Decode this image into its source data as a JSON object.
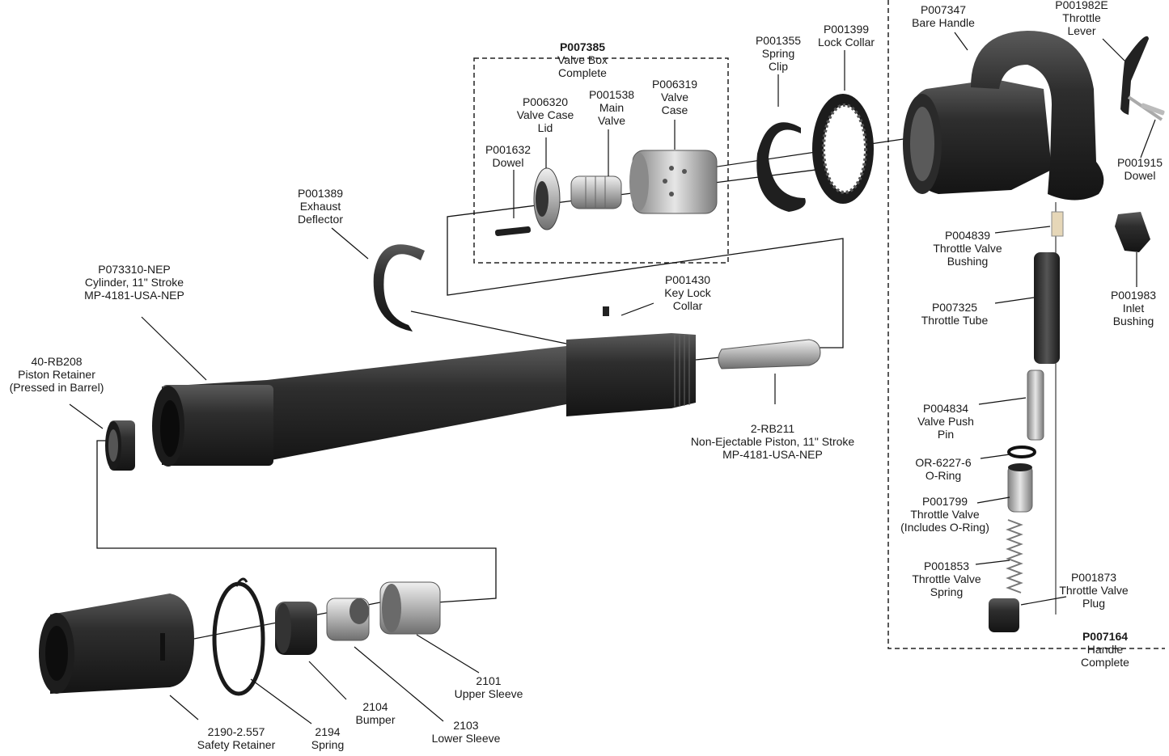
{
  "parts": {
    "valve_box": {
      "number": "P007385",
      "line1": "Valve Box",
      "line2": "Complete"
    },
    "valve_case_lid": {
      "number": "P006320",
      "line1": "Valve Case",
      "line2": "Lid"
    },
    "main_valve": {
      "number": "P001538",
      "line1": "Main",
      "line2": "Valve"
    },
    "valve_case": {
      "number": "P006319",
      "line1": "Valve",
      "line2": "Case"
    },
    "dowel_small": {
      "number": "P001632",
      "line1": "Dowel"
    },
    "spring_clip": {
      "number": "P001355",
      "line1": "Spring",
      "line2": "Clip"
    },
    "lock_collar": {
      "number": "P001399",
      "line1": "Lock Collar"
    },
    "bare_handle": {
      "number": "P007347",
      "line1": "Bare Handle"
    },
    "throttle_lever": {
      "number": "P001982E",
      "line1": "Throttle",
      "line2": "Lever"
    },
    "dowel_handle": {
      "number": "P001915",
      "line1": "Dowel"
    },
    "exhaust_deflector": {
      "number": "P001389",
      "line1": "Exhaust",
      "line2": "Deflector"
    },
    "cylinder": {
      "number": "P073310-NEP",
      "line1": "Cylinder, 11\" Stroke",
      "line2": "MP-4181-USA-NEP"
    },
    "key_lock_collar": {
      "number": "P001430",
      "line1": "Key Lock",
      "line2": "Collar"
    },
    "throttle_valve_bushing": {
      "number": "P004839",
      "line1": "Throttle Valve",
      "line2": "Bushing"
    },
    "inlet_bushing": {
      "number": "P001983",
      "line1": "Inlet",
      "line2": "Bushing"
    },
    "throttle_tube": {
      "number": "P007325",
      "line1": "Throttle Tube"
    },
    "piston_retainer": {
      "number": "40-RB208",
      "line1": "Piston Retainer",
      "line2": "(Pressed in Barrel)"
    },
    "piston": {
      "number": "2-RB211",
      "line1": "Non-Ejectable Piston, 11\" Stroke",
      "line2": "MP-4181-USA-NEP"
    },
    "valve_push_pin": {
      "number": "P004834",
      "line1": "Valve Push",
      "line2": "Pin"
    },
    "o_ring": {
      "number": "OR-6227-6",
      "line1": "O-Ring"
    },
    "throttle_valve": {
      "number": "P001799",
      "line1": "Throttle Valve",
      "line2": "(Includes O-Ring)"
    },
    "throttle_valve_spring": {
      "number": "P001853",
      "line1": "Throttle Valve",
      "line2": "Spring"
    },
    "throttle_valve_plug": {
      "number": "P001873",
      "line1": "Throttle Valve",
      "line2": "Plug"
    },
    "handle_complete": {
      "number": "P007164",
      "line1": "Handle",
      "line2": "Complete"
    },
    "upper_sleeve": {
      "number": "2101",
      "line1": "Upper Sleeve"
    },
    "bumper": {
      "number": "2104",
      "line1": "Bumper"
    },
    "lower_sleeve": {
      "number": "2103",
      "line1": "Lower Sleeve"
    },
    "safety_retainer": {
      "number": "2190-2.557",
      "line1": "Safety Retainer"
    },
    "spring": {
      "number": "2194",
      "line1": "Spring"
    }
  },
  "colors": {
    "part_dark": "#2b2b2b",
    "part_mid": "#4a4a4a",
    "metal_light": "#cfcfcf",
    "metal_mid": "#9a9a9a",
    "line": "#111111",
    "text": "#1a1a1a"
  }
}
